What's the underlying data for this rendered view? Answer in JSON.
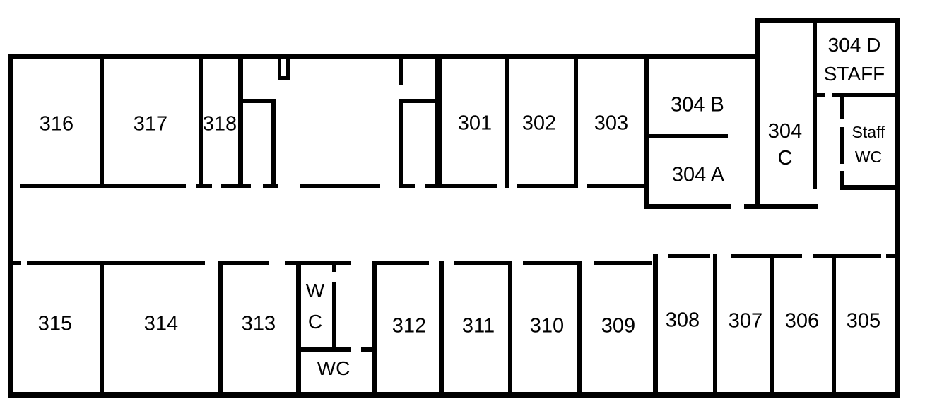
{
  "colors": {
    "wall": "#000000",
    "background": "#ffffff",
    "text": "#000000"
  },
  "rooms": {
    "r316": "316",
    "r317": "317",
    "r318": "318",
    "r301": "301",
    "r302": "302",
    "r303": "303",
    "r304b": "304 B",
    "r304a": "304 A",
    "r304c": {
      "line1": "304",
      "line2": "C"
    },
    "r304d": {
      "line1": "304 D",
      "line2": "STAFF"
    },
    "staff_wc": {
      "line1": "Staff",
      "line2": "WC"
    },
    "r315": "315",
    "r314": "314",
    "r313": "313",
    "wc_upper": {
      "line1": "W",
      "line2": "C"
    },
    "wc_lower": "WC",
    "r312": "312",
    "r311": "311",
    "r310": "310",
    "r309": "309",
    "r308": "308",
    "r307": "307",
    "r306": "306",
    "r305": "305"
  }
}
